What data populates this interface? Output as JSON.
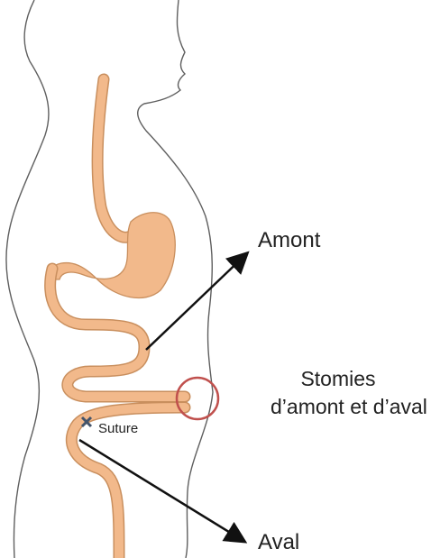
{
  "labels": {
    "amont": "Amont",
    "aval": "Aval",
    "stomies_line1": "Stomies",
    "stomies_line2": "d’amont et d’aval",
    "suture": "Suture"
  },
  "colors": {
    "body_outline": "#5f5f5f",
    "intestine_outer": "#c98f5e",
    "intestine_fill": "#f2b98b",
    "arrow": "#111111",
    "stoma_circle": "#c0504d",
    "suture_mark": "#44546a"
  }
}
